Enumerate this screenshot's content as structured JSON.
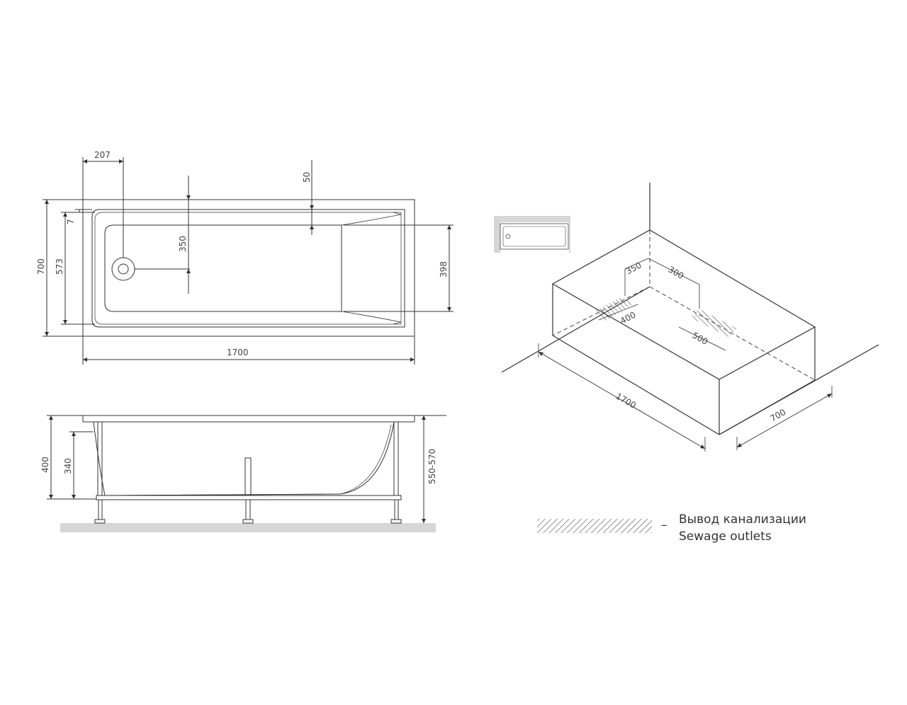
{
  "top_view": {
    "dim_207": "207",
    "dim_50": "50",
    "dim_7": "7",
    "dim_350": "350",
    "dim_700": "700",
    "dim_573": "573",
    "dim_398": "398",
    "dim_1700": "1700"
  },
  "side_view": {
    "dim_400": "400",
    "dim_340": "340",
    "dim_550_570": "550-570"
  },
  "iso_view": {
    "dim_350": "350",
    "dim_300": "300",
    "dim_400": "400",
    "dim_500": "500",
    "dim_1700": "1700",
    "dim_700": "700"
  },
  "legend": {
    "line_ru": "Вывод канализации",
    "line_en": "Sewage outlets",
    "dash": "–"
  }
}
